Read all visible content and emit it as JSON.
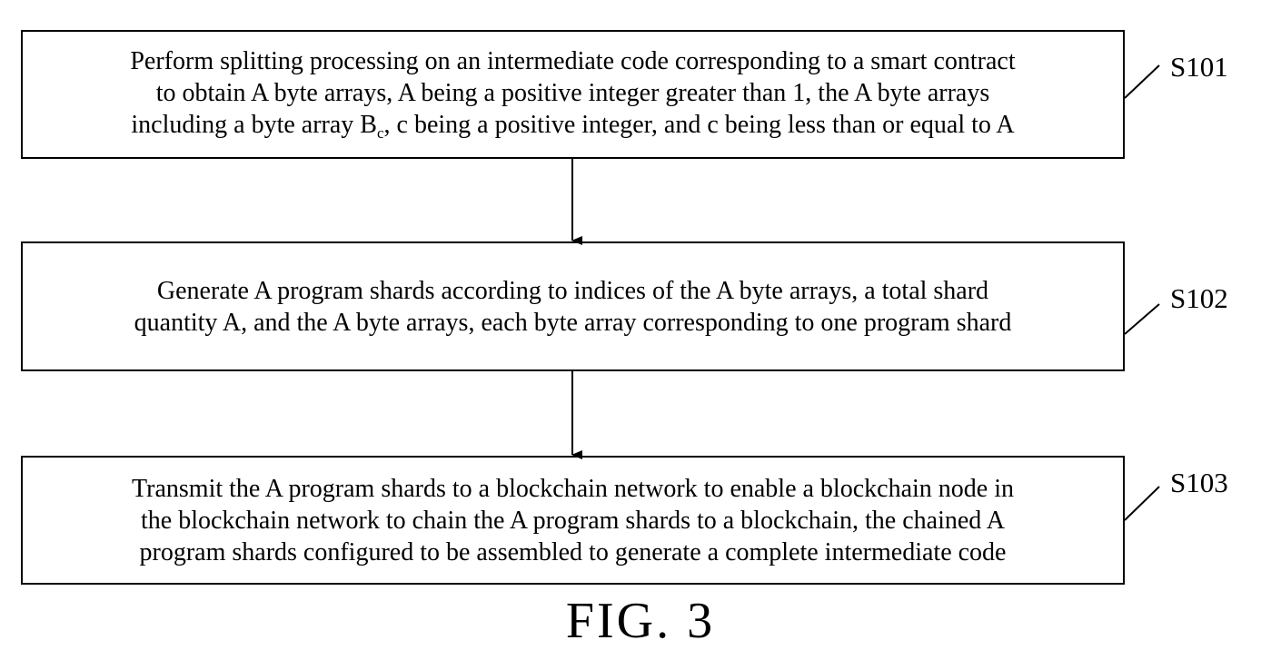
{
  "steps": [
    {
      "id": "S101",
      "lines": [
        "Perform splitting processing on an intermediate code corresponding to a smart contract",
        "to obtain A byte arrays, A being a positive integer greater than 1, the A byte arrays"
      ],
      "line3_before": "including a byte array B",
      "line3_sub": "c",
      "line3_after": ", c being a positive integer, and c being less than or equal to A"
    },
    {
      "id": "S102",
      "lines": [
        "Generate A program shards according to indices of the A byte arrays, a total shard",
        "quantity A, and the A byte arrays, each byte array corresponding to one program shard"
      ]
    },
    {
      "id": "S103",
      "lines": [
        "Transmit the A program shards to a blockchain network to enable a blockchain node in",
        "the blockchain network to chain the A program shards to a blockchain, the chained A",
        "program shards configured to be assembled to generate a complete intermediate code"
      ]
    }
  ],
  "figure_caption": "FIG. 3"
}
